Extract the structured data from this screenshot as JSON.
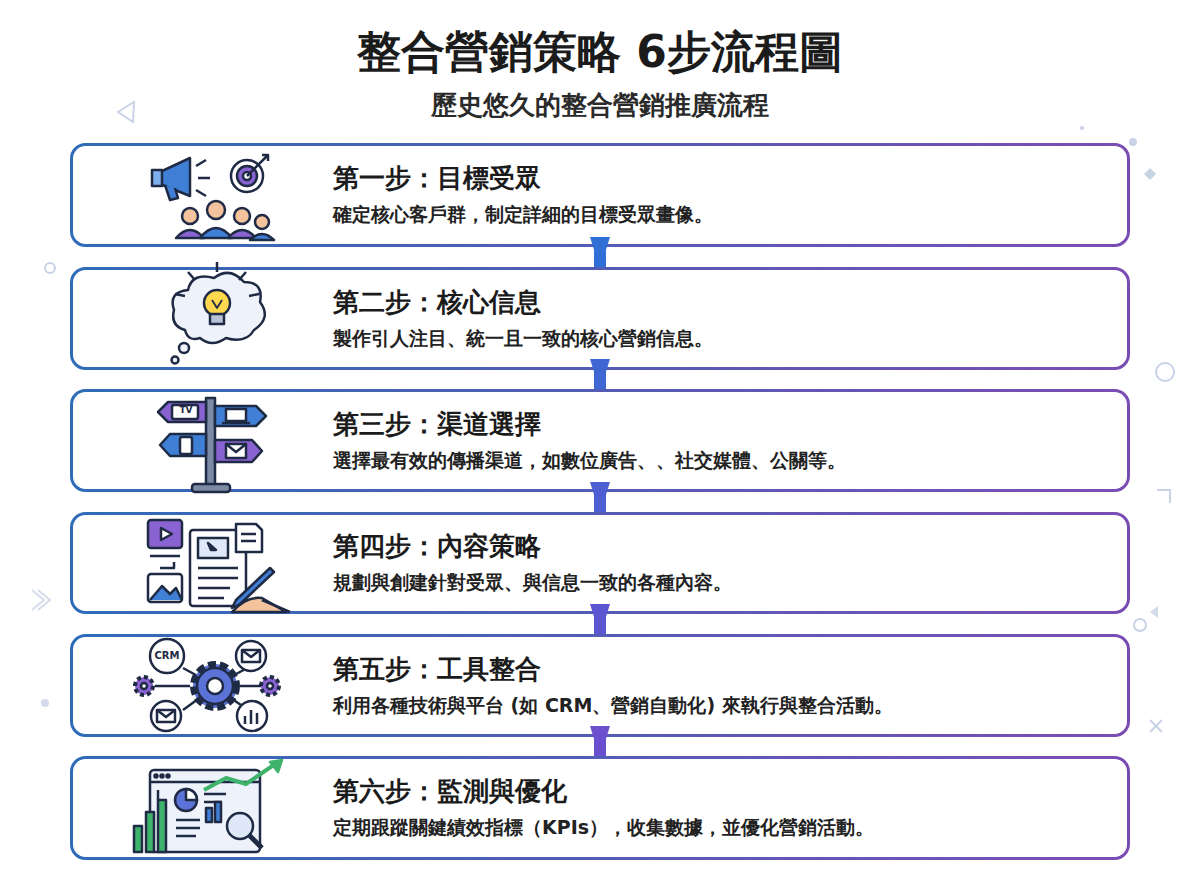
{
  "diagram": {
    "title": "整合營銷策略 6步流程圖",
    "nodes": [
      {
        "text": [
          "第一步：目標受眾",
          "確定核心客戶群，制定詳細的目標受眾畫像。"
        ]
      },
      {
        "text": [
          "第二步：核心信息",
          "製作引人注目、統一且一致的核心營銷信息。"
        ]
      },
      {
        "text": [
          "第三步：渠道選擇",
          "選擇最有效的傳播渠道，如數位廣告、、社交媒體、公關等。"
        ]
      },
      {
        "text": [
          "第四步：內容策略",
          "規劃與創建針對受眾、與信息一致的各種內容。"
        ]
      },
      {
        "text": [
          "第五步：工具整合",
          "利用各種技術與平台 (如 CRM、營銷自動化) 來執行與整合活動。"
        ]
      },
      {
        "text": [
          "第六步：監測與優化",
          "定期跟蹤關鍵績效指標（KPIs），收集數據，並優化營銷活動。"
        ]
      }
    ],
    "edges": [
      {
        "from": 0,
        "to": 1,
        "arrow": "to"
      },
      {
        "from": 1,
        "to": 2,
        "arrow": "to"
      },
      {
        "from": 2,
        "to": 3,
        "arrow": "to"
      },
      {
        "from": 3,
        "to": 4,
        "arrow": "to"
      },
      {
        "from": 4,
        "to": 5,
        "arrow": "to"
      }
    ],
    "labels": [
      "歷史悠久的整合營銷推廣流程",
      "TV",
      "CRM"
    ]
  }
}
